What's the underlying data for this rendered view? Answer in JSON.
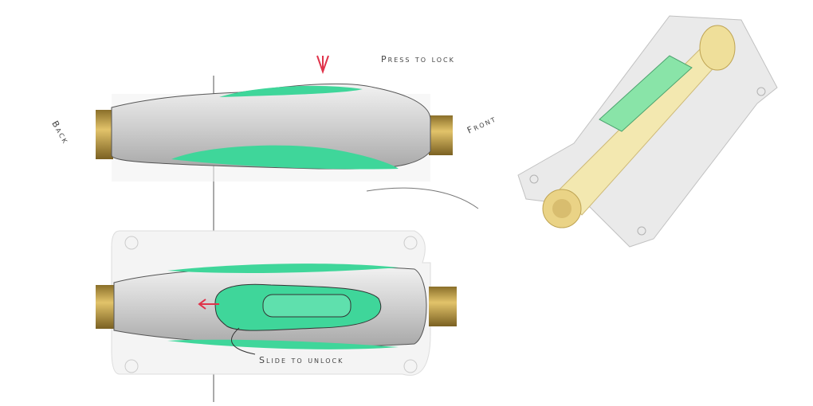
{
  "annotations": {
    "press_to_lock": "Press to lock",
    "back": "Back",
    "front": "Front",
    "slide_to_unlock": "Slide to unlock"
  },
  "colors": {
    "accent_green": "#3fd69a",
    "arrow_red": "#e0334a",
    "brass": "#c9a64a",
    "body_gray": "#d4d4d4"
  }
}
